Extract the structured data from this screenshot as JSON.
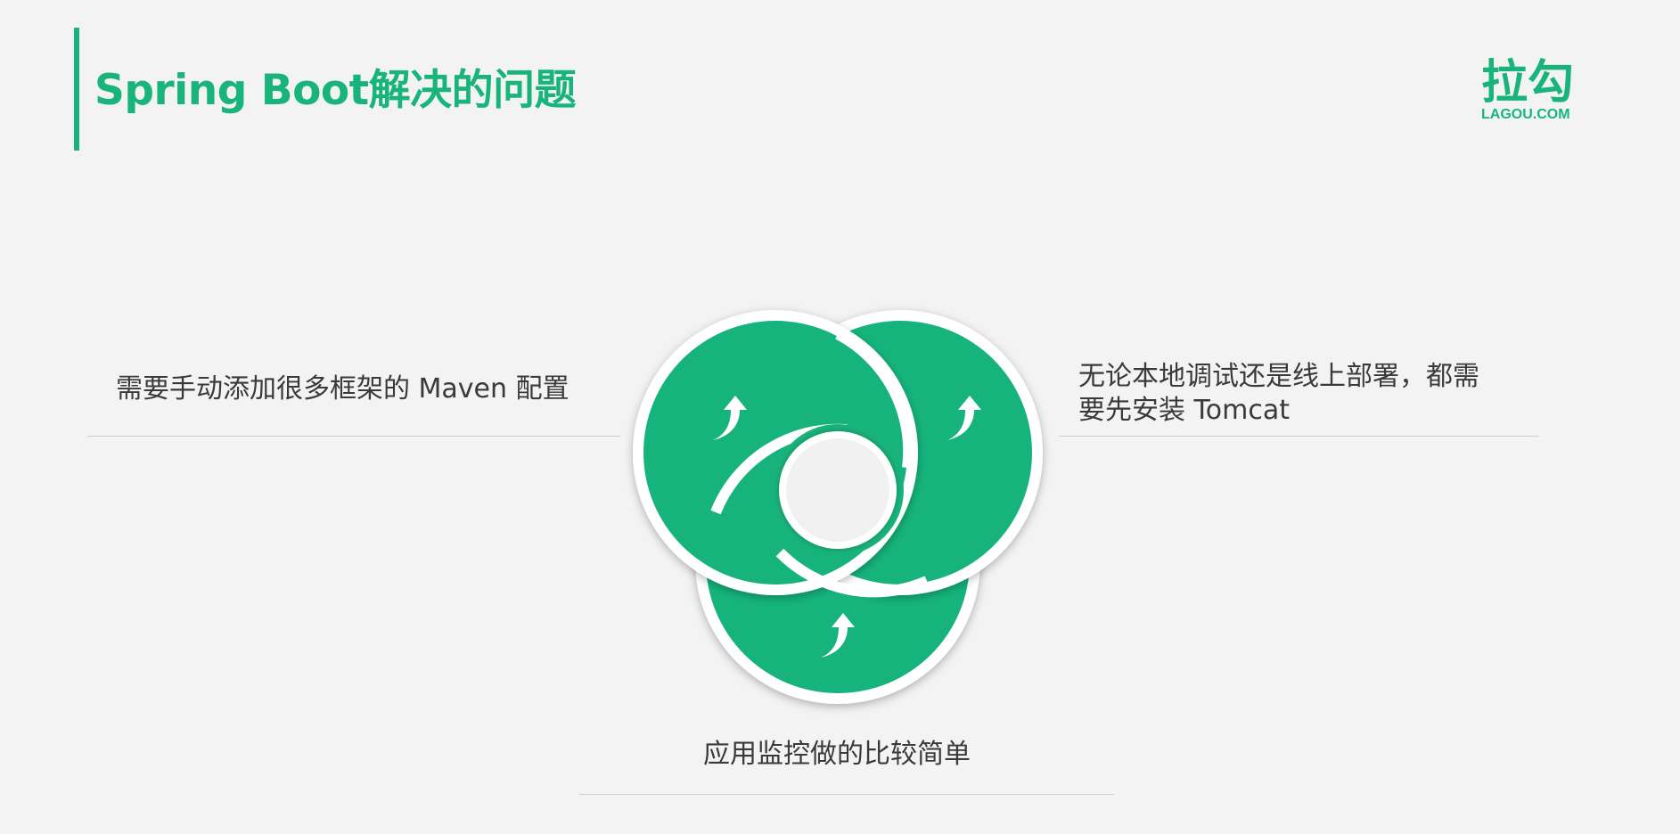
{
  "header": {
    "title": "Spring Boot解决的问题"
  },
  "logo": {
    "cn": "拉勾",
    "en": "LAGOU.COM"
  },
  "points": {
    "left": "需要手动添加很多框架的 Maven 配置",
    "right_line1": "无论本地调试还是线上部署，都需",
    "right_line2": "要先安装 Tomcat",
    "bottom": "应用监控做的比较简单"
  },
  "colors": {
    "accent": "#19b47c",
    "text": "#3a3a3a",
    "background": "#f3f3f3"
  }
}
